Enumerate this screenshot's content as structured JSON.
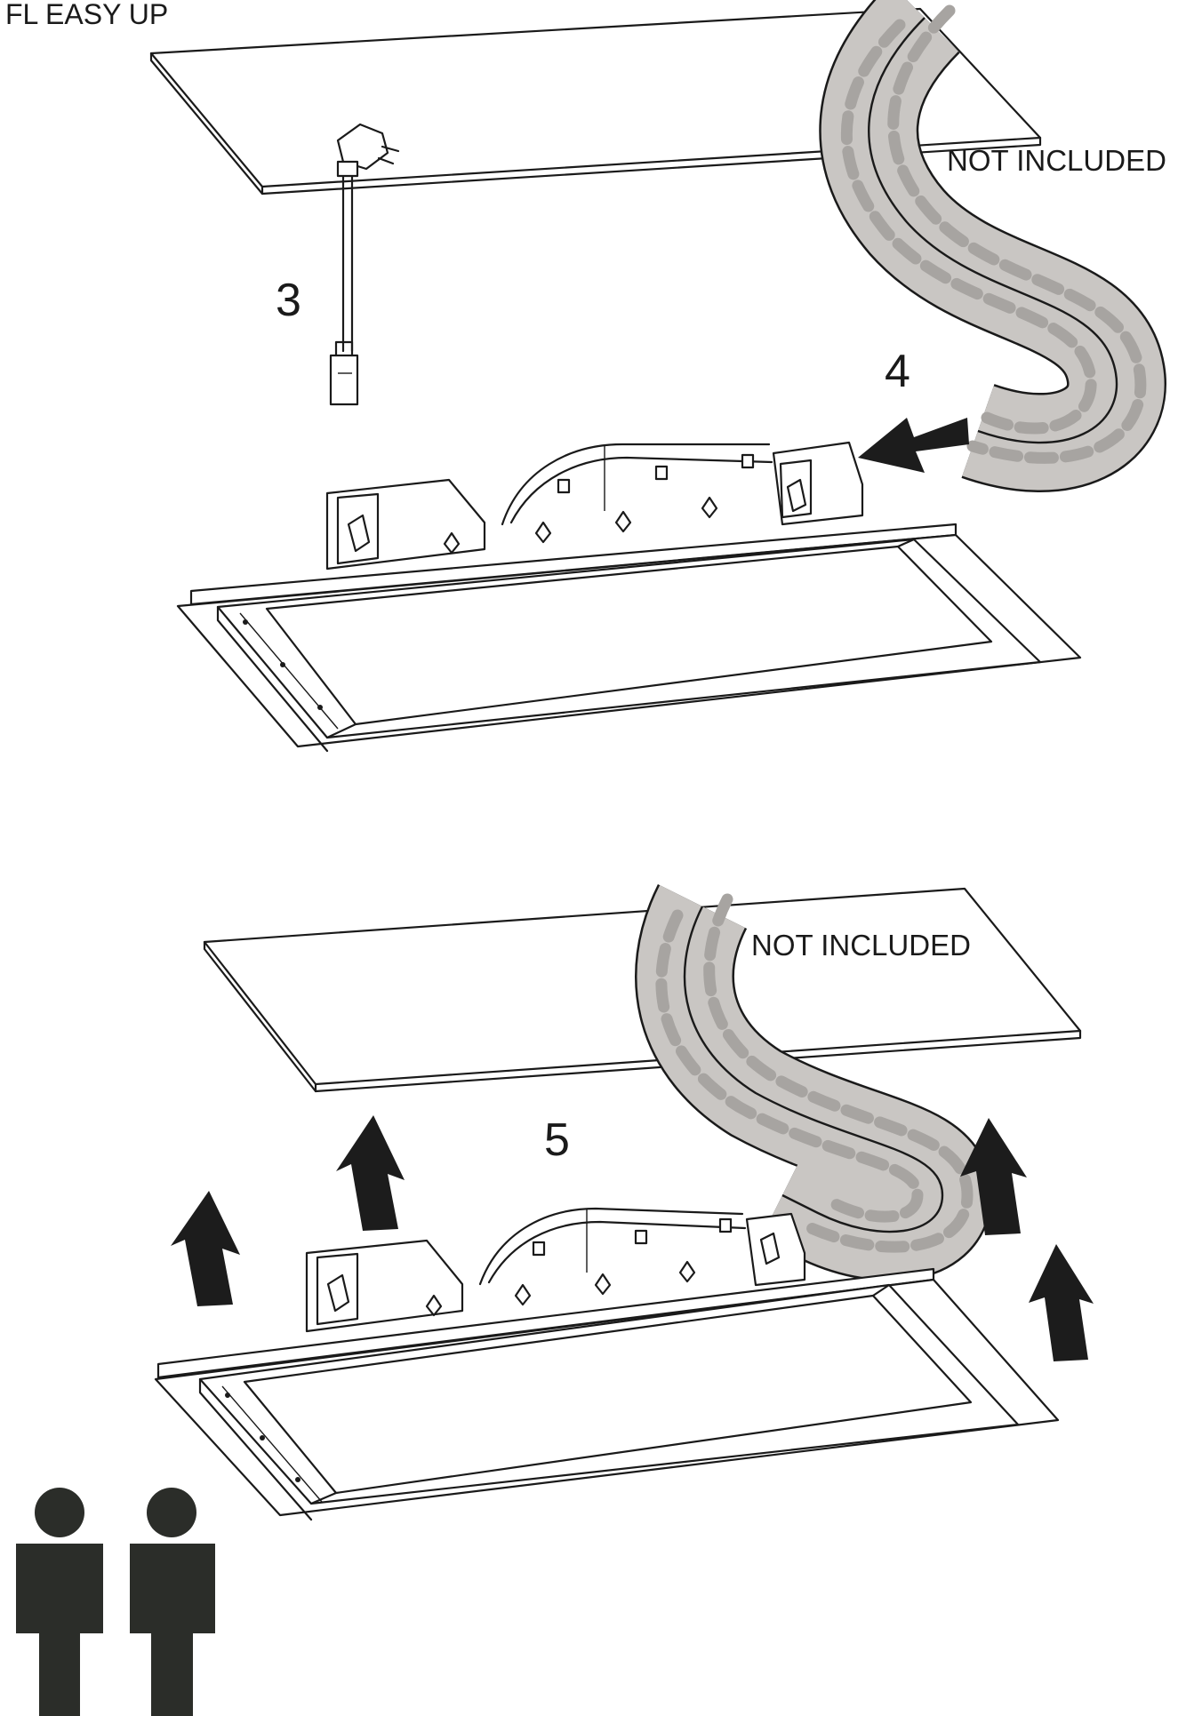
{
  "header": {
    "title": "FL EASY UP"
  },
  "steps": [
    {
      "number": "3",
      "note": "NOT INCLUDED"
    },
    {
      "number": "4"
    },
    {
      "number": "5",
      "note": "NOT INCLUDED"
    }
  ],
  "installers": {
    "count": 2
  },
  "colors": {
    "line": "#1a1a1a",
    "duct_fill": "#c9c6c3",
    "duct_slot": "#a7a4a1",
    "arrow": "#1c1c1c",
    "person": "#2b2d29"
  },
  "icons": [
    "plug-icon",
    "arrow-icon",
    "person-icon"
  ]
}
